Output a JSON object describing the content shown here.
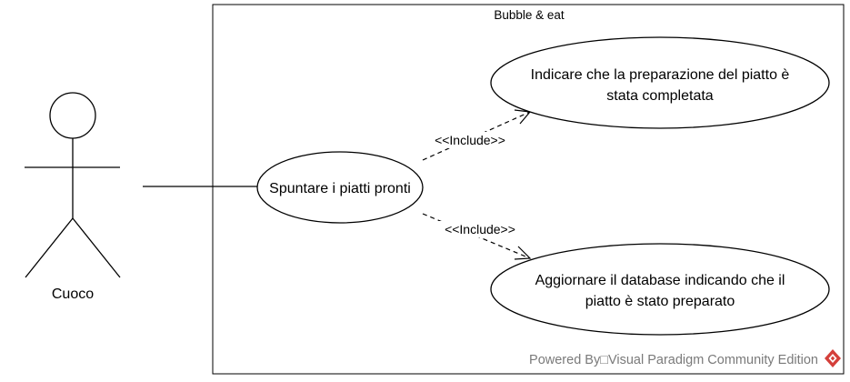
{
  "diagram": {
    "system_title": "Bubble & eat",
    "actor": {
      "name": "Cuoco"
    },
    "use_cases": {
      "main": {
        "label": "Spuntare i piatti pronti"
      },
      "included_top": {
        "line1": "Indicare che la preparazione del piatto è",
        "line2": "stata completata"
      },
      "included_bottom": {
        "line1": "Aggiornare il database indicando che il",
        "line2": "piatto è stato preparato"
      }
    },
    "relations": {
      "include_top": "<<Include>>",
      "include_bottom": "<<Include>>"
    },
    "footer": {
      "text": "Powered By□Visual Paradigm Community Edition",
      "logo_icon": "visual-paradigm-logo-icon",
      "logo_color": "#d43f3a"
    }
  }
}
